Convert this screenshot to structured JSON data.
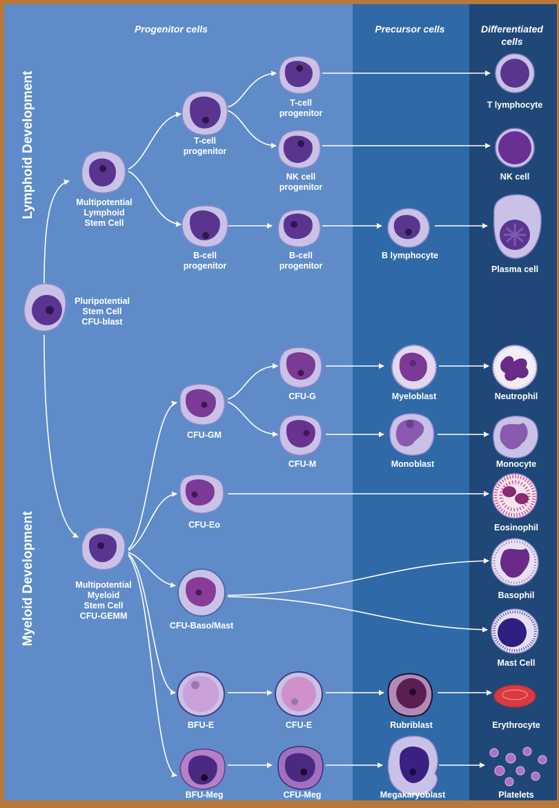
{
  "headers": {
    "progenitor": "Progenitor cells",
    "precursor": "Precursor cells",
    "differentiated_line1": "Differentiated",
    "differentiated_line2": "cells"
  },
  "side_labels": {
    "lymphoid": "Lymphoid Development",
    "myeloid": "Myeloid Development"
  },
  "cells": {
    "pluripotential": [
      "Pluripotential",
      "Stem Cell",
      "CFU-blast"
    ],
    "multi_lymphoid": [
      "Multipotential",
      "Lymphoid",
      "Stem Cell"
    ],
    "tcell_prog1": [
      "T-cell",
      "progenitor"
    ],
    "tcell_prog2": [
      "T-cell",
      "progenitor"
    ],
    "nk_prog": [
      "NK cell",
      "progenitor"
    ],
    "bcell_prog1": [
      "B-cell",
      "progenitor"
    ],
    "bcell_prog2": [
      "B-cell",
      "progenitor"
    ],
    "b_lymphocyte": [
      "B lymphocyte"
    ],
    "t_lymphocyte": [
      "T lymphocyte"
    ],
    "nk_cell": [
      "NK cell"
    ],
    "plasma_cell": [
      "Plasma cell"
    ],
    "multi_myeloid": [
      "Multipotential",
      "Myeloid",
      "Stem Cell",
      "CFU-GEMM"
    ],
    "cfu_gm": [
      "CFU-GM"
    ],
    "cfu_g": [
      "CFU-G"
    ],
    "cfu_m": [
      "CFU-M"
    ],
    "myeloblast": [
      "Myeloblast"
    ],
    "monoblast": [
      "Monoblast"
    ],
    "neutrophil": [
      "Neutrophil"
    ],
    "monocyte": [
      "Monocyte"
    ],
    "cfu_eo": [
      "CFU-Eo"
    ],
    "eosinophil": [
      "Eosinophil"
    ],
    "cfu_baso": [
      "CFU-Baso/Mast"
    ],
    "basophil": [
      "Basophil"
    ],
    "mast_cell": [
      "Mast Cell"
    ],
    "bfu_e": [
      "BFU-E"
    ],
    "cfu_e": [
      "CFU-E"
    ],
    "rubriblast": [
      "Rubriblast"
    ],
    "erythrocyte": [
      "Erythrocyte"
    ],
    "bfu_meg": [
      "BFU-Meg"
    ],
    "cfu_meg": [
      "CFU-Meg"
    ],
    "megakaryoblast": [
      "Megakaryoblast"
    ],
    "platelets": [
      "Platelets"
    ]
  },
  "colors": {
    "progenitor_bg": "#5f8cc8",
    "precursor_bg": "#2f69a8",
    "differentiated_bg": "#1f4878",
    "frame": "#b8783a",
    "cell_outer": "#c9c2e6",
    "nucleus_lymphoid": "#5a3590",
    "nucleus_myeloid": "#7a3a95"
  }
}
